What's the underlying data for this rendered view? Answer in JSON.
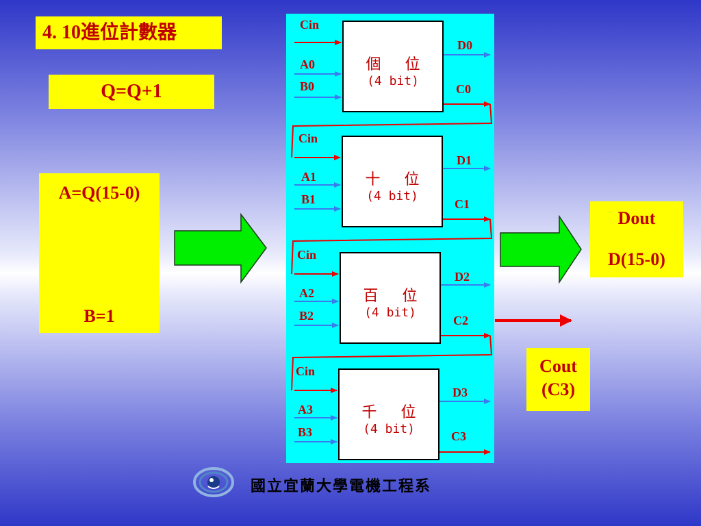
{
  "title": "4. 10進位計數器",
  "formula": "Q=Q+1",
  "inputs": {
    "a": "A=Q(15-0)",
    "b": "B=1"
  },
  "output": {
    "line1": "Dout",
    "line2": "D(15-0)"
  },
  "carry_out": {
    "line1": "Cout",
    "line2": "(C3)"
  },
  "stages": [
    {
      "name": "個 位",
      "bits": "(4 bit)",
      "cin": "Cin",
      "a": "A0",
      "b": "B0",
      "d": "D0",
      "c": "C0"
    },
    {
      "name": "十 位",
      "bits": "(4 bit)",
      "cin": "Cin",
      "a": "A1",
      "b": "B1",
      "d": "D1",
      "c": "C1"
    },
    {
      "name": "百 位",
      "bits": "(4 bit)",
      "cin": "Cin",
      "a": "A2",
      "b": "B2",
      "d": "D2",
      "c": "C2"
    },
    {
      "name": "千 位",
      "bits": "(4 bit)",
      "cin": "Cin",
      "a": "A3",
      "b": "B3",
      "d": "D3",
      "c": "C3"
    }
  ],
  "footer": {
    "text": "國立宜蘭大學電機工程系"
  },
  "colors": {
    "label_red": "#c00000",
    "highlight": "#ffff00",
    "panel": "#00ffff",
    "arrow_green": "#00ee00",
    "wire_blue": "#3a7bf0",
    "wire_red": "#ee0000"
  }
}
